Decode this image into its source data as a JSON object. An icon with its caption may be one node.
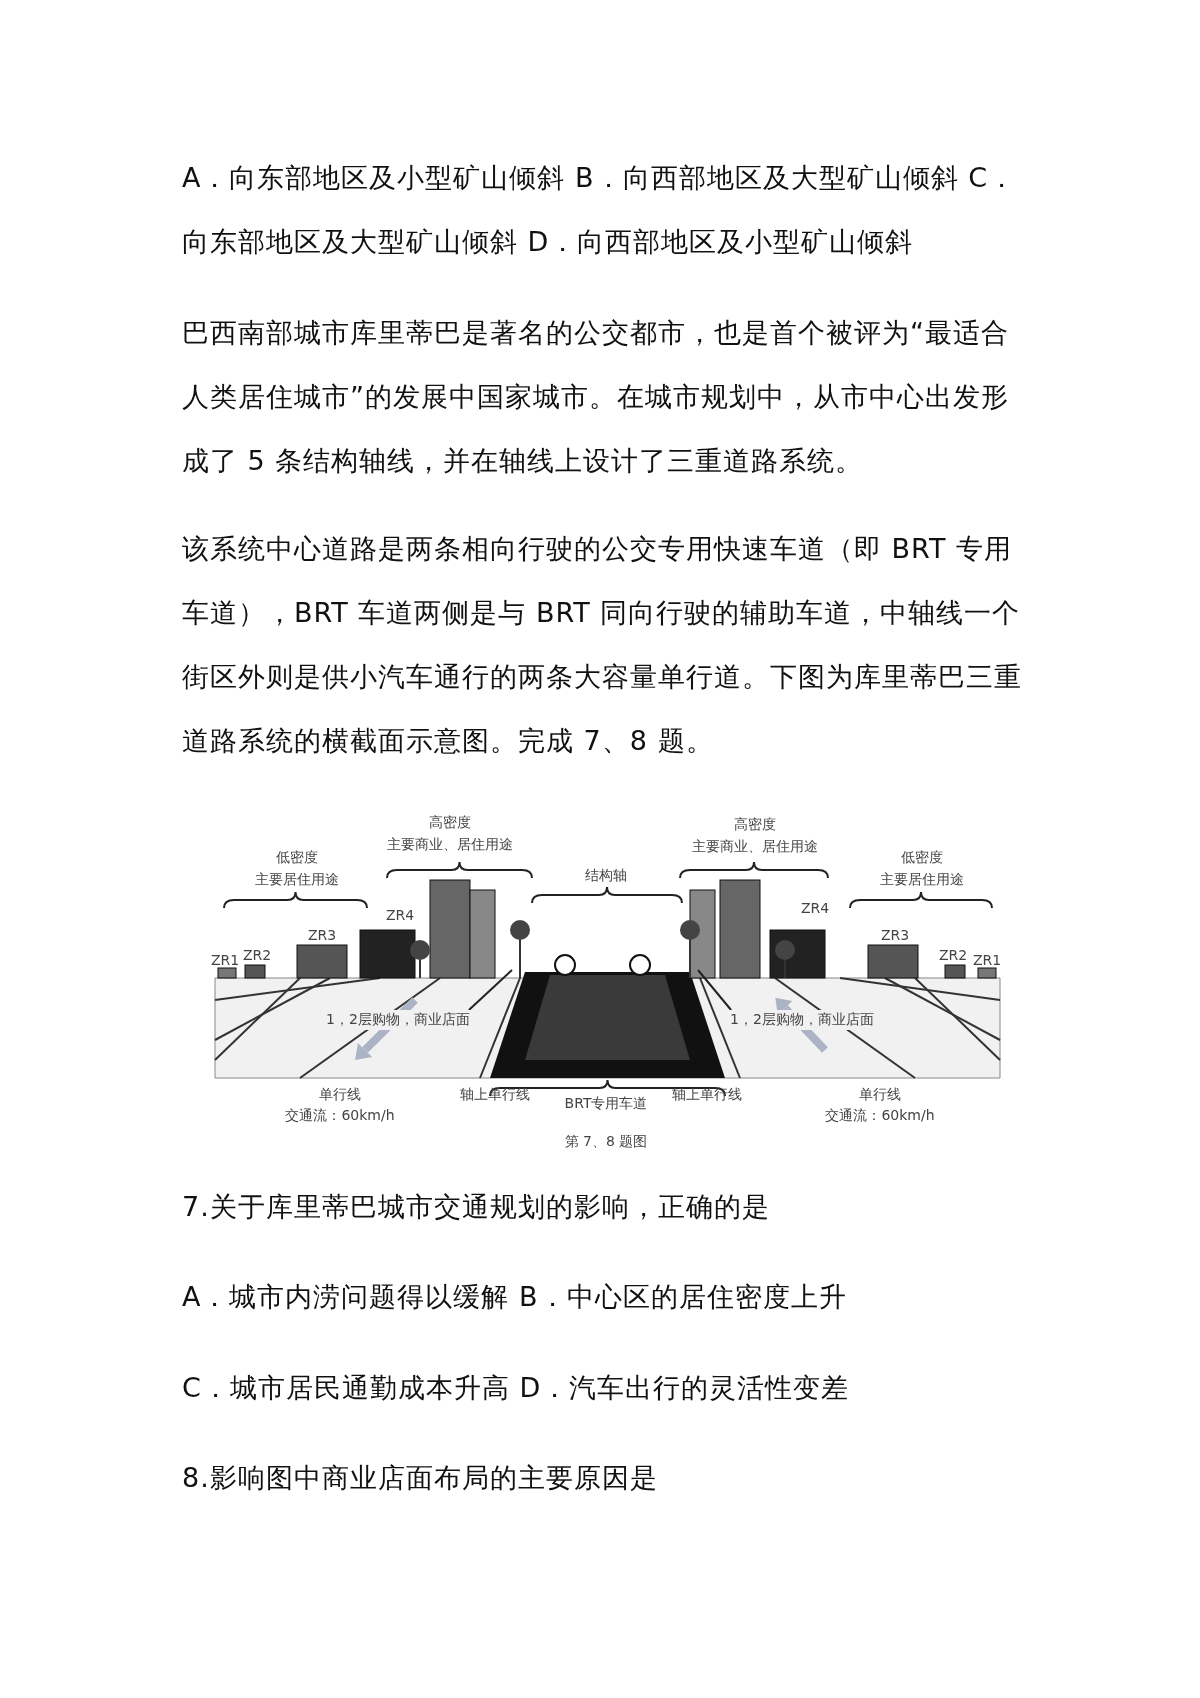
{
  "diagram": {
    "caption": "第 7、8 题图",
    "nodes": [
      {
        "text": [
          "1，2层购物，商业店面"
        ]
      },
      {
        "text": [
          "1，2层购物，商业店面"
        ]
      }
    ],
    "edges": [
      {
        "from": 0,
        "to": null,
        "arrow": "none"
      },
      {
        "from": 1,
        "to": null,
        "arrow": "none"
      }
    ],
    "labels": [
      "A．向东部地区及小型矿山倾斜 B．向西部地区及大型矿山倾斜 C．向东部地区及大型矿山倾斜 D．向西部地区及小型矿山倾斜",
      "巴西南部城市库里蒂巴是著名的公交都市，也是首个被评为“最适合人类居住城市”的发展中国家城市。在城市规划中，从市中心出发形成了 5 条结构轴线，并在轴线上设计了三重道路系统。",
      "该系统中心道路是两条相向行驶的公交专用快速车道（即 BRT 专用车道），BRT 车道两侧是与 BRT 同向行驶的辅助车道，中轴线一个街区外则是供小汽车通行的两条大容量单行道。下图为库里蒂巴三重道路系统的横截面示意图。完成 7、8 题。",
      "高密度",
      "主要商业、居住用途",
      "高密度",
      "主要商业、居住用途",
      "低密度",
      "主要居住用途",
      "低密度",
      "主要居住用途",
      "结构轴",
      "ZR4",
      "ZR4",
      "ZR3",
      "ZR3",
      "ZR2",
      "ZR1",
      "ZR2",
      "ZR1",
      "单行线",
      "交通流：60km/h",
      "轴上单行线",
      "BRT专用车道",
      "轴上单行线",
      "单行线",
      "交通流：60km/h",
      "7.关于库里蒂巴城市交通规划的影响，正确的是",
      "A．城市内涝问题得以缓解 B．中心区的居住密度上升",
      "C．城市居民通勤成本升高 D．汽车出行的灵活性变差",
      "8.影响图中商业店面布局的主要原因是"
    ]
  }
}
